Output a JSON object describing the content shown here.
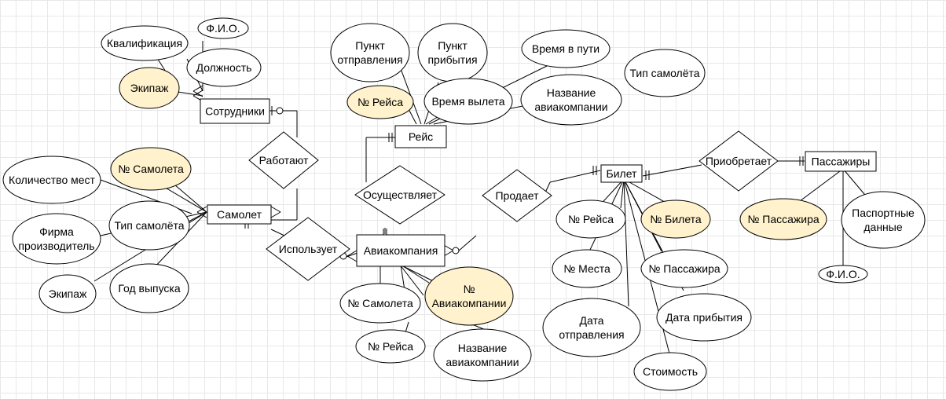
{
  "entities": {
    "employees": "Сотрудники",
    "flight": "Рейс",
    "airplane": "Самолет",
    "airline": "Авиакомпания",
    "ticket": "Билет",
    "passengers": "Пассажиры"
  },
  "relationships": {
    "work": "Работают",
    "operates": "Осуществляет",
    "uses": "Использует",
    "sells": "Продает",
    "buys": "Приобретает"
  },
  "attributes": {
    "emp_qualification": "Квалификация",
    "emp_fio": "Ф.И.О.",
    "emp_position": "Должность",
    "emp_crew": "Экипаж",
    "fl_departure_point": [
      "Пункт",
      "отправления"
    ],
    "fl_arrival_point": [
      "Пункт",
      "прибытия"
    ],
    "fl_travel_time": "Время в пути",
    "fl_number": "№ Рейса",
    "fl_departure_time": "Время вылета",
    "fl_airline_name": [
      "Название",
      "авиакомпании"
    ],
    "fl_plane_type": "Тип самолёта",
    "pl_seats": "Количество мест",
    "pl_number": "№ Самолета",
    "pl_type": "Тип самолёта",
    "pl_maker": [
      "Фирма",
      "производитель"
    ],
    "pl_crew": "Экипаж",
    "pl_year": "Год выпуска",
    "al_plane_number": "№ Самолета",
    "al_number": [
      "№",
      "Авиакомпании"
    ],
    "al_flight_number": "№ Рейса",
    "al_name": [
      "Название",
      "авиакомпании"
    ],
    "tk_flight_number": "№ Рейса",
    "tk_number": "№ Билета",
    "tk_seat": "№ Места",
    "tk_passenger": "№ Пассажира",
    "tk_departure_date": [
      "Дата",
      "отправления"
    ],
    "tk_arrival_date": "Дата прибытия",
    "tk_price": "Стоимость",
    "ps_number": "№ Пассажира",
    "ps_passport": [
      "Паспортные",
      "данные"
    ],
    "ps_fio": "Ф.И.О."
  },
  "colors": {
    "key_attribute_fill": "#fff2cc",
    "default_fill": "#ffffff",
    "stroke": "#000000",
    "grid": "#e8e8e8"
  }
}
